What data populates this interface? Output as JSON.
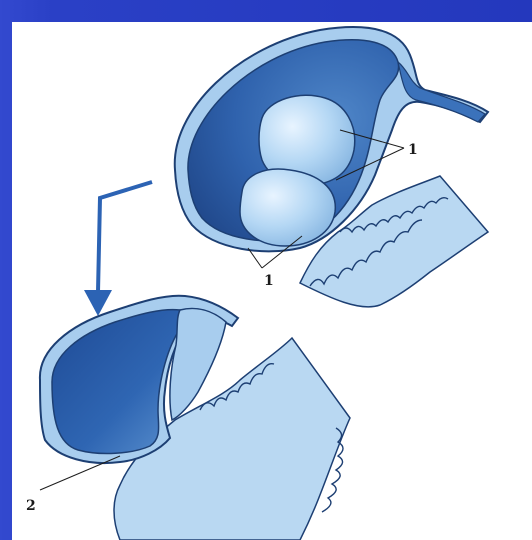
{
  "diagram": {
    "labels": {
      "top_right": "1",
      "top_bottom": "1",
      "lower_left": "2"
    }
  },
  "colors": {
    "background": "#2a3fc0",
    "panel": "#ffffff",
    "sac_dark": "#2e5ea8",
    "sac_light": "#9fc7ea",
    "tissue": "#b9d8f2",
    "outline": "#1d3f73",
    "arrow": "#2c63b4"
  }
}
